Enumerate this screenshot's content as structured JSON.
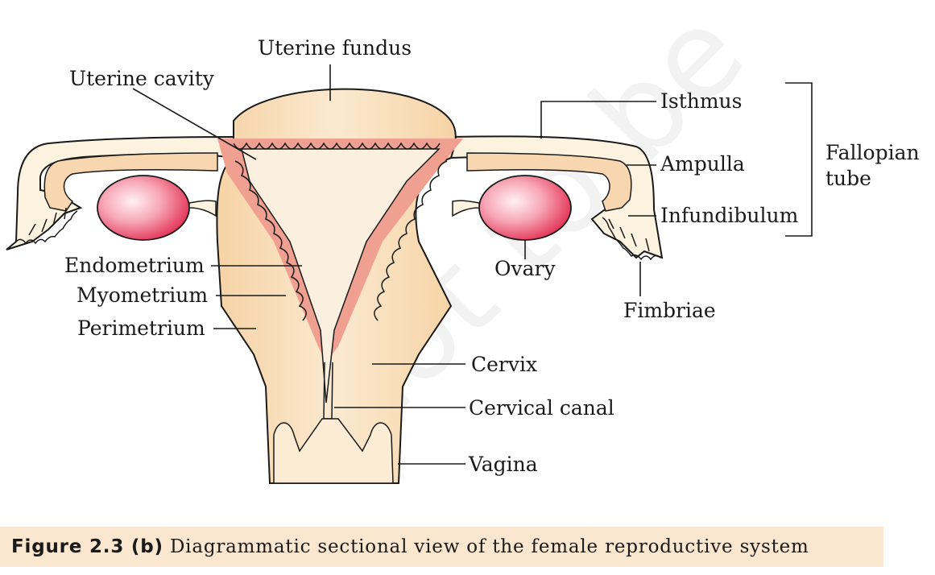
{
  "labels": {
    "uterine_fundus": "Uterine fundus",
    "uterine_cavity": "Uterine cavity",
    "isthmus": "Isthmus",
    "ampulla": "Ampulla",
    "infundibulum": "Infundibulum",
    "fallopian_line1": "Fallopian",
    "fallopian_line2": "tube",
    "endometrium": "Endometrium",
    "myometrium": "Myometrium",
    "perimetrium": "Perimetrium",
    "ovary": "Ovary",
    "fimbriae": "Fimbriae",
    "cervix": "Cervix",
    "cervical_canal": "Cervical canal",
    "vagina": "Vagina"
  },
  "caption": {
    "figure": "Figure 2.3 (b)",
    "text": " Diagrammatic sectional view of the female reproductive system"
  },
  "colors": {
    "tissue": "#f8ddb8",
    "tissue_light": "#fcecd6",
    "endometrium": "#f0a090",
    "ovary_center": "#fde0e4",
    "ovary_edge": "#e0244a",
    "tube_wall": "#fbf3df",
    "caption_bg": "#fbe6cf"
  },
  "watermark": "not to be"
}
